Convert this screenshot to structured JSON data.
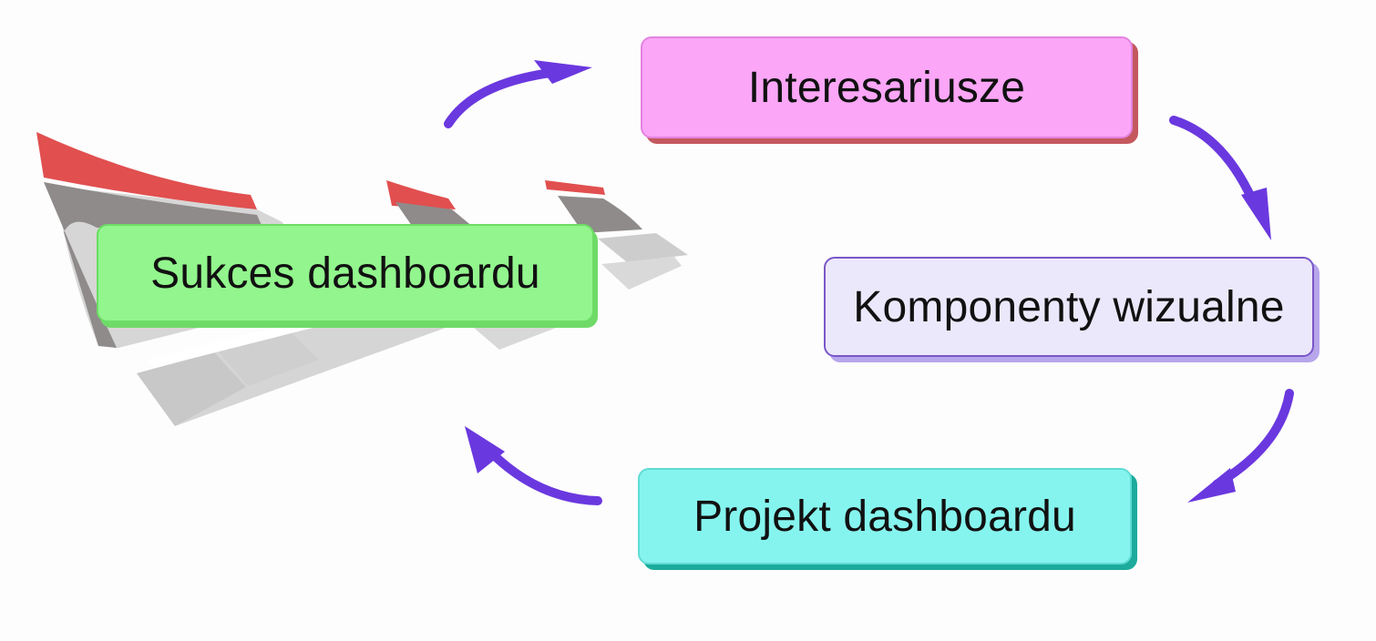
{
  "diagram": {
    "nodes": {
      "stakeholders": {
        "label": "Interesariusze",
        "color": "#fba6f7"
      },
      "visual_components": {
        "label": "Komponenty wizualne",
        "color": "#ece8fb"
      },
      "dashboard_design": {
        "label": "Projekt dashboardu",
        "color": "#86f4ee"
      },
      "dashboard_success": {
        "label": "Sukces dashboardu",
        "color": "#92f58d"
      }
    },
    "edges": [
      {
        "from": "dashboard_success",
        "to": "stakeholders"
      },
      {
        "from": "stakeholders",
        "to": "visual_components"
      },
      {
        "from": "visual_components",
        "to": "dashboard_design"
      },
      {
        "from": "dashboard_design",
        "to": "dashboard_success"
      }
    ],
    "arrow_color": "#6a38df",
    "illustration": {
      "icon": "dashboard-pages-illustration",
      "accent": "#e14f4f",
      "panel": "#8f8b8b"
    }
  }
}
